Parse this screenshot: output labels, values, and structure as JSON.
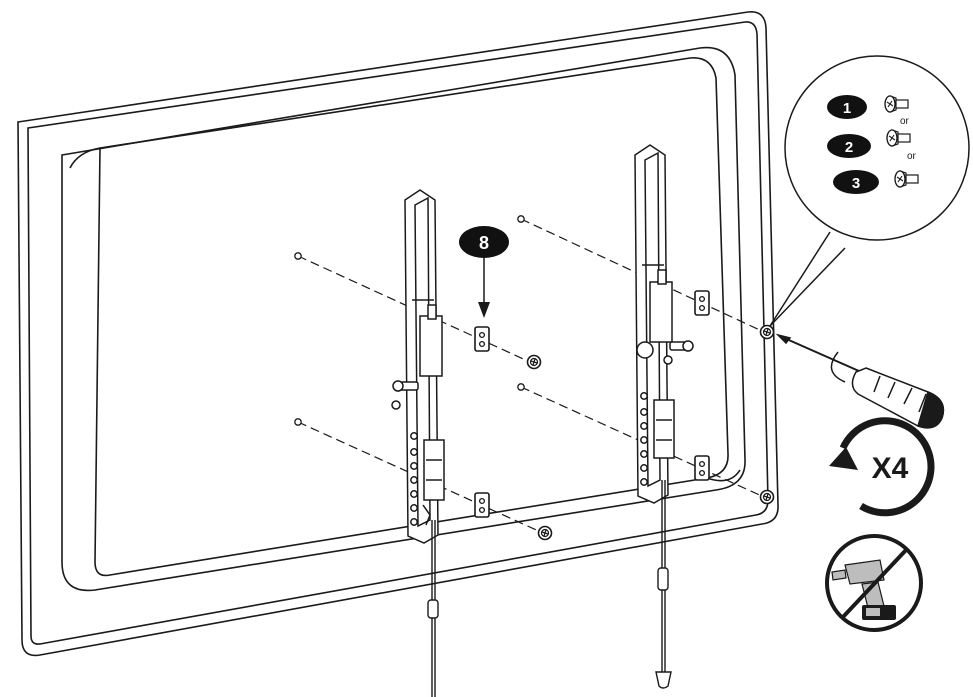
{
  "callouts": {
    "part_8": "8",
    "screw_1": "1",
    "screw_2": "2",
    "screw_3": "3",
    "or_1": "or",
    "or_2": "or",
    "repeat": "X4"
  },
  "icons": {
    "tv": "tv-back-panel-icon",
    "bracket_left": "wall-plate-bracket-icon",
    "bracket_right": "wall-plate-bracket-icon",
    "spacer": "spacer-icon",
    "screw": "screw-icon",
    "screwdriver": "screwdriver-icon",
    "rotate": "rotate-arrow-icon",
    "no_power_drill": "no-power-drill-icon"
  },
  "colors": {
    "line": "#1a1a1a",
    "fill": "#ffffff",
    "badge": "#111111",
    "grey": "#bdbdbd"
  }
}
